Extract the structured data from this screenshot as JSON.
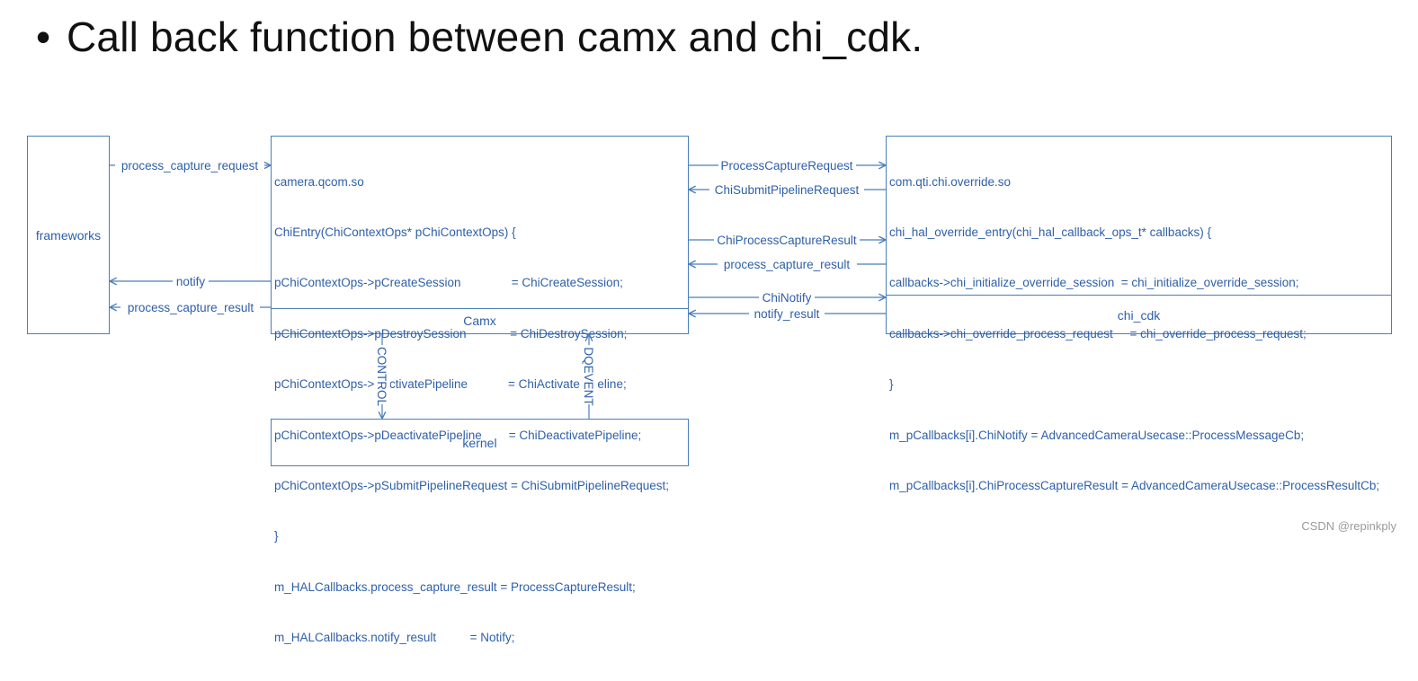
{
  "header": {
    "bullet": "•",
    "title": "Call back function between camx and chi_cdk."
  },
  "boxes": {
    "frameworks": {
      "label": "frameworks"
    },
    "camx": {
      "label": "Camx",
      "lines": [
        "camera.qcom.so",
        "ChiEntry(ChiContextOps* pChiContextOps) {",
        "pChiContextOps->pCreateSession               = ChiCreateSession;",
        "pChiContextOps->pDestroySession             = ChiDestroySession;",
        "pChiContextOps->pActivatePipeline            = ChiActivatePipeline;",
        "pChiContextOps->pDeactivatePipeline        = ChiDeactivatePipeline;",
        "pChiContextOps->pSubmitPipelineRequest = ChiSubmitPipelineRequest;",
        "}",
        "m_HALCallbacks.process_capture_result = ProcessCaptureResult;",
        "m_HALCallbacks.notify_result          = Notify;"
      ]
    },
    "chi_cdk": {
      "label": "chi_cdk",
      "lines": [
        "com.qti.chi.override.so",
        "chi_hal_override_entry(chi_hal_callback_ops_t* callbacks) {",
        "callbacks->chi_initialize_override_session  = chi_initialize_override_session;",
        "callbacks->chi_override_process_request     = chi_override_process_request;",
        "}",
        "m_pCallbacks[i].ChiNotify = AdvancedCameraUsecase::ProcessMessageCb;",
        "m_pCallbacks[i].ChiProcessCaptureResult = AdvancedCameraUsecase::ProcessResultCb;"
      ]
    },
    "kernel": {
      "label": "kernel"
    }
  },
  "arrows": {
    "fw_to_camx_request": "process_capture_request",
    "camx_to_fw_notify": "notify",
    "camx_to_fw_result": "process_capture_result",
    "camx_to_cdk_process": "ProcessCaptureRequest",
    "cdk_to_camx_submit": "ChiSubmitPipelineRequest",
    "camx_to_cdk_result": "ChiProcessCaptureResult",
    "cdk_to_camx_result": "process_capture_result",
    "camx_to_cdk_notify": "ChiNotify",
    "cdk_to_camx_notify": "notify_result",
    "camx_to_kernel": "CONTROL",
    "kernel_to_camx": "DQEVENT"
  },
  "watermark": "CSDN @repinkply",
  "colors": {
    "line": "#4a7ebb",
    "text": "#2e5fa8",
    "title": "#111111"
  }
}
